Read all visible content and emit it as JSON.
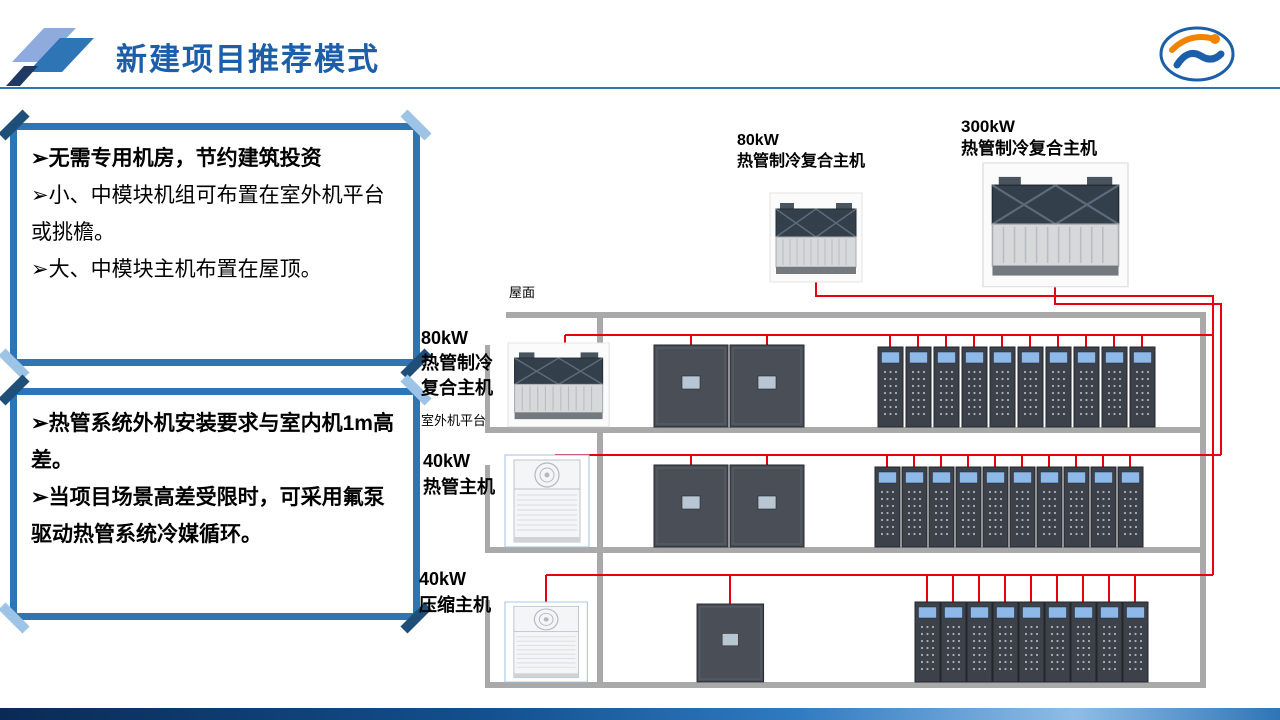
{
  "header": {
    "title": "新建项目推荐模式"
  },
  "boxes": {
    "box1": {
      "line1": "➢无需专用机房，节约建筑投资",
      "line2": "➢小、中模块机组可布置在室外机平台或挑檐。",
      "line3": "➢大、中模块主机布置在屋顶。"
    },
    "box2": {
      "line1": "➢热管系统外机安装要求与室内机1m高差。",
      "line2": "➢当项目场景高差受限时，可采用氟泵驱动热管系统冷媒循环。"
    }
  },
  "diagram": {
    "roof_small": {
      "power": "80kW",
      "name": "热管制冷复合主机"
    },
    "roof_large": {
      "power": "300kW",
      "name": "热管制冷复合主机"
    },
    "roof_label": "屋面",
    "floor1": {
      "power": "80kW",
      "name1": "热管制冷",
      "name2": "复合主机",
      "platform": "室外机平台"
    },
    "floor2": {
      "power": "40kW",
      "name": "热管主机"
    },
    "floor3": {
      "power": "40kW",
      "name": "压缩主机"
    }
  },
  "colors": {
    "title_blue": "#1B5EAA",
    "accent_blue": "#2E75B6",
    "frame_navy": "#1F4E79",
    "frame_light": "#9DC3E6",
    "pipe_red": "#E8000D",
    "building_gray": "#A9A9A9",
    "logo_orange": "#F08300"
  }
}
